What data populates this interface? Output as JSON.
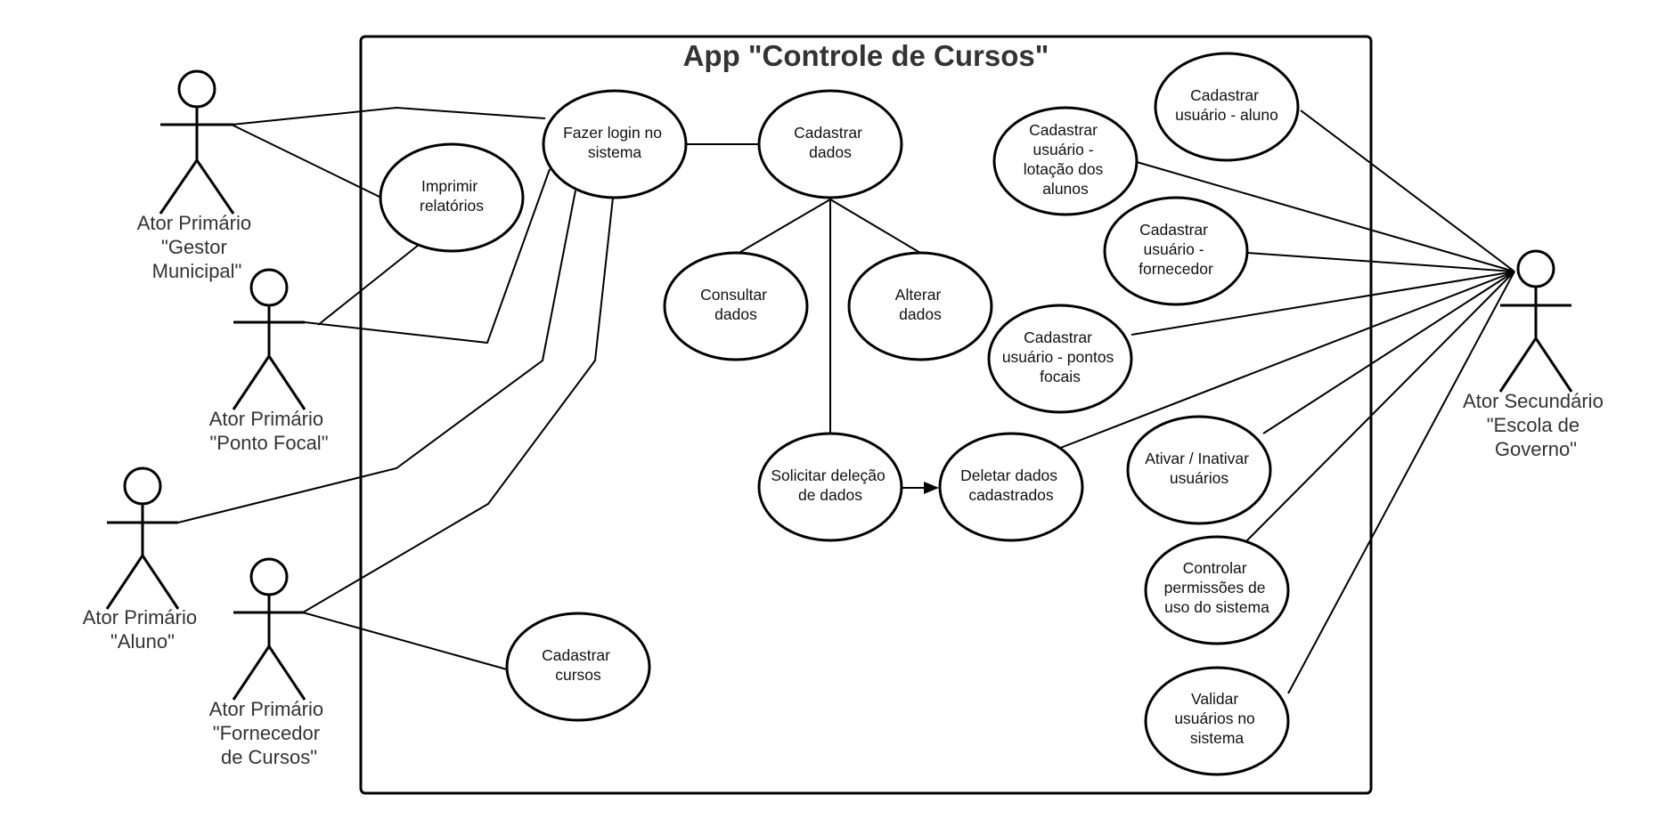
{
  "title": "App \"Controle de Cursos\"",
  "actors": {
    "gestor": [
      "Ator Primário",
      "\"Gestor",
      "Municipal\""
    ],
    "ponto_focal": [
      "Ator Primário",
      "\"Ponto Focal\""
    ],
    "aluno": [
      "Ator Primário",
      "\"Aluno\""
    ],
    "fornecedor": [
      "Ator Primário",
      "\"Fornecedor",
      "de Cursos\""
    ],
    "escola": [
      "Ator Secundário",
      "\"Escola de",
      "Governo\""
    ]
  },
  "use_cases": {
    "login": [
      "Fazer login no",
      "sistema"
    ],
    "imprimir": [
      "Imprimir",
      "relatórios"
    ],
    "cadastrar_dados": [
      "Cadastrar",
      "dados"
    ],
    "consultar": [
      "Consultar",
      "dados"
    ],
    "alterar": [
      "Alterar",
      "dados"
    ],
    "solicitar": [
      "Solicitar deleção",
      "de dados"
    ],
    "deletar": [
      "Deletar dados",
      "cadastrados"
    ],
    "cadastrar_cursos": [
      "Cadastrar",
      "cursos"
    ],
    "cad_aluno": [
      "Cadastrar",
      "usuário - aluno"
    ],
    "cad_lotacao": [
      "Cadastrar",
      "usuário -",
      "lotação dos",
      "alunos"
    ],
    "cad_fornecedor": [
      "Cadastrar",
      "usuário -",
      "fornecedor"
    ],
    "cad_pontos": [
      "Cadastrar",
      "usuário - pontos",
      "focais"
    ],
    "ativar": [
      "Ativar / Inativar",
      "usuários"
    ],
    "controlar": [
      "Controlar",
      "permissões de",
      "uso do sistema"
    ],
    "validar": [
      "Validar",
      "usuários no",
      "sistema"
    ]
  }
}
